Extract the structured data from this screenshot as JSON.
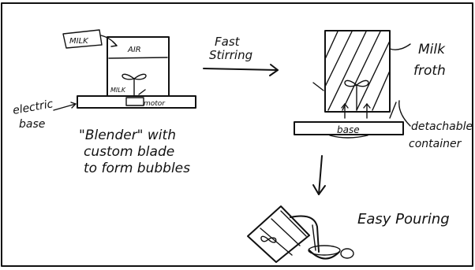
{
  "labels": {
    "milk_tag": "MILK",
    "air": "AIR",
    "milk_inside": "MILK",
    "motor": "motor",
    "electric_base_line1": "electric",
    "electric_base_line2": "base",
    "caption_line1": "\"Blender\" with",
    "caption_line2": "custom blade",
    "caption_line3": "to form bubbles",
    "fast_line1": "Fast",
    "fast_line2": "Stirring",
    "milk_froth_line1": "Milk",
    "milk_froth_line2": "froth",
    "base": "base",
    "detachable_line1": "detachable",
    "detachable_line2": "container",
    "easy_pouring": "Easy Pouring"
  }
}
